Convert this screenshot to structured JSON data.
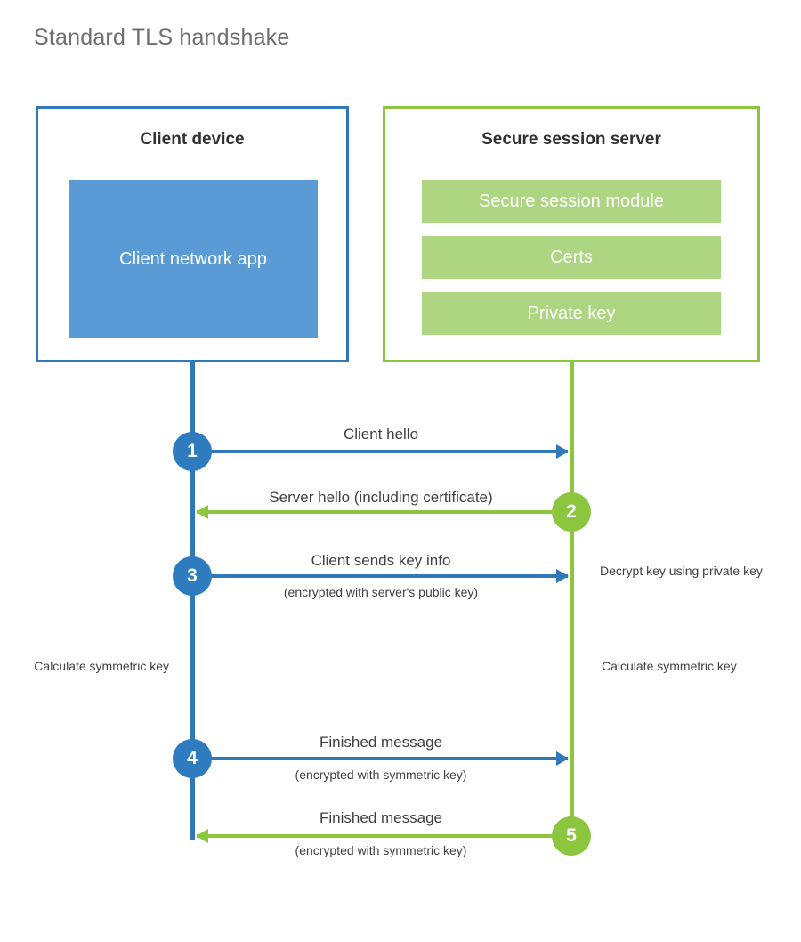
{
  "title": "Standard TLS handshake",
  "colors": {
    "client_accent": "#3178b9",
    "client_fill": "#5b9bd5",
    "server_accent": "#8cc63e",
    "server_fill": "#aed582",
    "title_text": "#6d6e70",
    "body_text": "#3f4042",
    "background": "#ffffff"
  },
  "client": {
    "title": "Client device",
    "app_label": "Client network app"
  },
  "server": {
    "title": "Secure session server",
    "blocks": [
      {
        "label": "Secure session module"
      },
      {
        "label": "Certs"
      },
      {
        "label": "Private key"
      }
    ]
  },
  "steps": [
    {
      "number": "1",
      "side": "client",
      "direction": "to-server",
      "label": "Client hello",
      "sublabel": ""
    },
    {
      "number": "2",
      "side": "server",
      "direction": "to-client",
      "label": "Server hello (including certificate)",
      "sublabel": ""
    },
    {
      "number": "3",
      "side": "client",
      "direction": "to-server",
      "label": "Client sends key info",
      "sublabel": "(encrypted with server's public key)"
    },
    {
      "number": "4",
      "side": "client",
      "direction": "to-server",
      "label": "Finished message",
      "sublabel": "(encrypted with symmetric key)"
    },
    {
      "number": "5",
      "side": "server",
      "direction": "to-client",
      "label": "Finished message",
      "sublabel": "(encrypted with symmetric key)"
    }
  ],
  "notes": {
    "decrypt_key": "Decrypt key using private key",
    "client_calculate": "Calculate symmetric key",
    "server_calculate": "Calculate symmetric key"
  }
}
